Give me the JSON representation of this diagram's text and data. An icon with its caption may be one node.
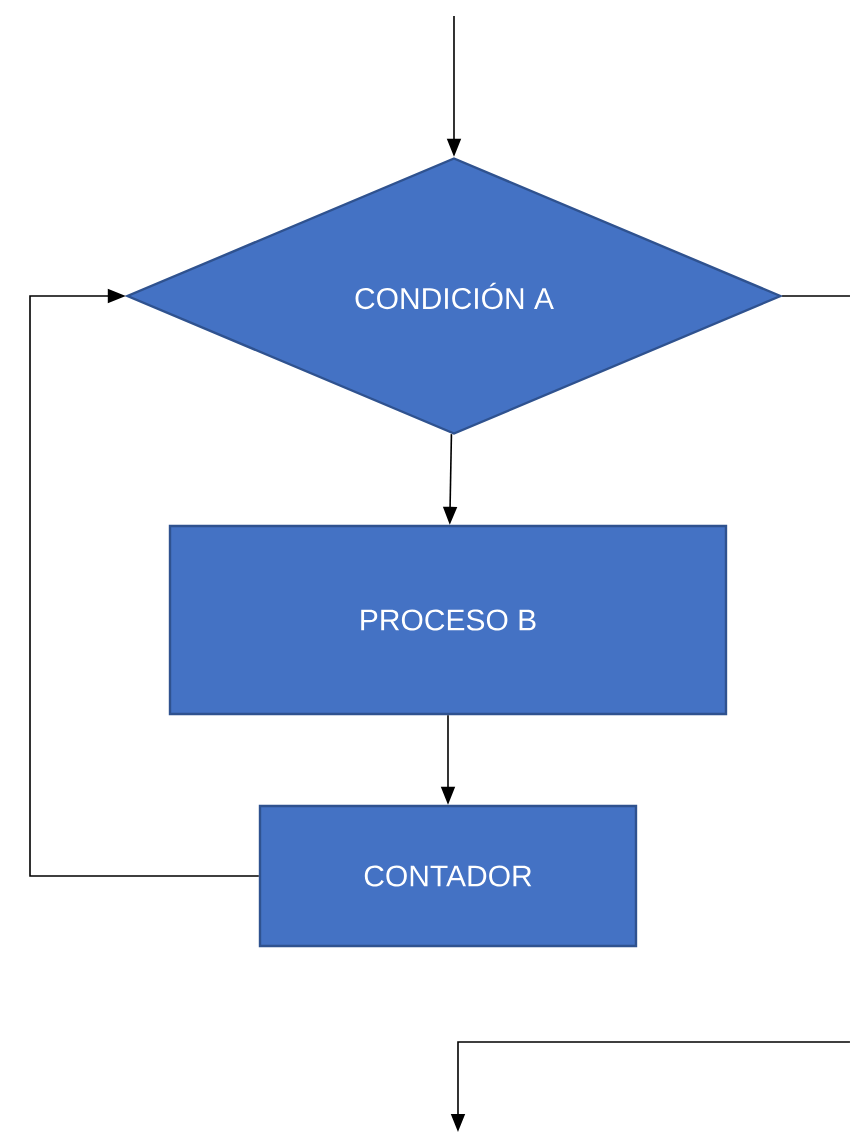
{
  "diagram": {
    "nodes": [
      {
        "text": [
          "CONDICIÓN A"
        ]
      },
      {
        "text": [
          "PROCESO B"
        ]
      },
      {
        "text": [
          "CONTADOR"
        ]
      }
    ],
    "edges": [
      {
        "from": null,
        "to": 0,
        "arrow": "to"
      },
      {
        "from": 0,
        "to": 1,
        "arrow": "to"
      },
      {
        "from": 1,
        "to": 2,
        "arrow": "to"
      },
      {
        "from": 2,
        "to": 0,
        "arrow": "to"
      },
      {
        "from": 0,
        "to": null,
        "arrow": "none"
      }
    ]
  }
}
